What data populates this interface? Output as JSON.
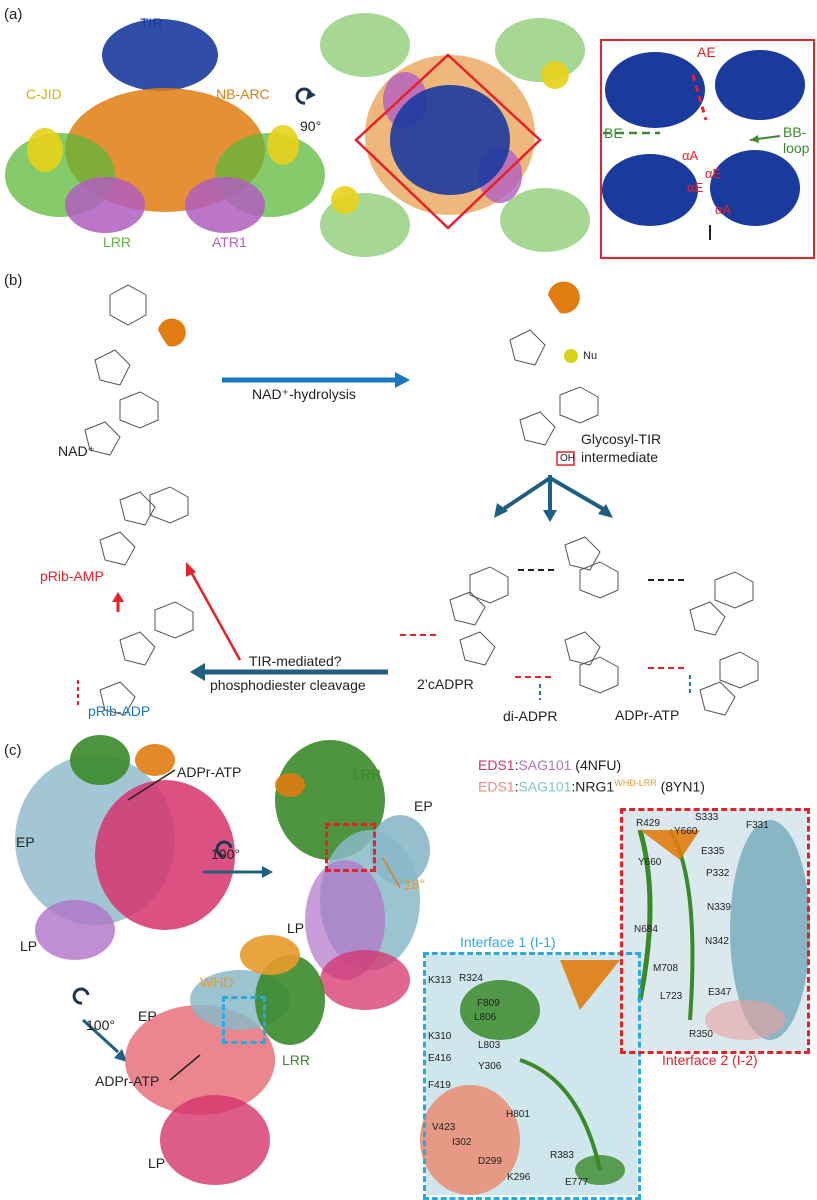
{
  "panel_a": {
    "label": "(a)",
    "tir": "TIR",
    "cjid": "C-JID",
    "nbarc": "NB-ARC",
    "lrr": "LRR",
    "atr1": "ATR1",
    "rotation": "90°",
    "ae": "AE",
    "be": "BE",
    "bb_loop": "BB-\nloop",
    "alpha_a1": "αA",
    "alpha_e1": "αE",
    "alpha_e2": "αE",
    "alpha_a2": "αA"
  },
  "panel_b": {
    "label": "(b)",
    "nad": "NAD⁺",
    "hydrolysis": "NAD⁺-hydrolysis",
    "nu": "Nu",
    "oh_box": "OH",
    "glycosyl": "Glycosyl-TIR\nintermediate",
    "prib_amp": "pRib-AMP",
    "prib_adp": "pRib-ADP",
    "tir_mediated": "TIR-mediated?",
    "phosphodiester": "phosphodiester cleavage",
    "cadpr": "2’cADPR",
    "di_adpr": "di-ADPR",
    "adpr_atp": "ADPr-ATP"
  },
  "panel_c": {
    "label": "(c)",
    "legend1_eds1": "EDS1",
    "legend1_colon": ":",
    "legend1_sag101": "SAG101",
    "legend1_pdb": " (4NFU)",
    "legend2_eds1": "EDS1",
    "legend2_colon": ":",
    "legend2_sag101": "SAG101",
    "legend2_nrg1": ":NRG1",
    "legend2_sup": "WHD-LRR",
    "legend2_pdb": " (8YN1)",
    "adpr_atp_top": "ADPr-ATP",
    "ep_left": "EP",
    "lp_left": "LP",
    "rot_100_top": "100°",
    "lrr_top": "LRR",
    "ep_right": "EP",
    "angle_18": "18°",
    "lp_right": "LP",
    "rot_100_bottom": "100°",
    "whd": "WHD",
    "ep_bottom": "EP",
    "lrr_bottom": "LRR",
    "adpr_atp_bottom": "ADPr-ATP",
    "lp_bottom": "LP",
    "interface1": "Interface 1 (I-1)",
    "interface2": "Interface 2 (I-2)",
    "i1_residues": [
      "K313",
      "R324",
      "F809",
      "L806",
      "K310",
      "L803",
      "E416",
      "Y306",
      "F419",
      "H801",
      "V423",
      "I302",
      "D299",
      "R383",
      "K296",
      "E777"
    ],
    "i2_residues": [
      "R429",
      "Y660",
      "S333",
      "F331",
      "E335",
      "Y660",
      "P332",
      "N339",
      "N684",
      "N342",
      "M708",
      "L723",
      "E347",
      "R350"
    ]
  },
  "colors": {
    "tir_blue": "#1a3a9e",
    "nbarc_orange": "#e07c10",
    "cjid_yellow": "#e8d21a",
    "lrr_green": "#5cb83a",
    "atr1_purple": "#b05ec0",
    "accent_red": "#e8202a",
    "accent_blue": "#1a78c2",
    "teal_arrow": "#1f5f82",
    "eds1_magenta": "#d6336c",
    "sag101_violet": "#b072c8",
    "eds1_salmon": "#ea8a7a",
    "sag101_cyan": "#7fc4cf",
    "whd_orange": "#e89a2a"
  }
}
